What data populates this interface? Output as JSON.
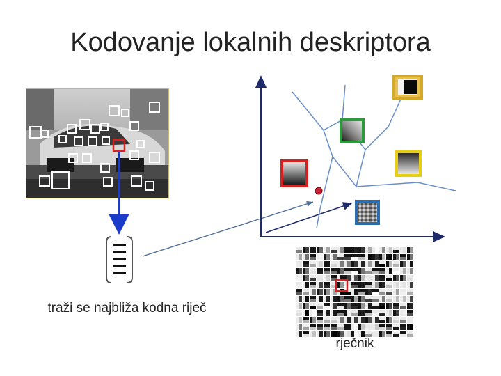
{
  "title": "Kodovanje lokalnih deskriptora",
  "caption": "traži se najbliža kodna riječ",
  "dictionary_label": "rječnik",
  "colors": {
    "red": "#d42020",
    "green": "#2a9a3a",
    "yellow": "#e8d010",
    "gold": "#d4a828",
    "blue": "#2a6db0",
    "arrow_blue": "#1a3cc8",
    "axis": "#1c2a6a",
    "region_lines": "#6a8fc8",
    "query_point": "#c02030"
  }
}
